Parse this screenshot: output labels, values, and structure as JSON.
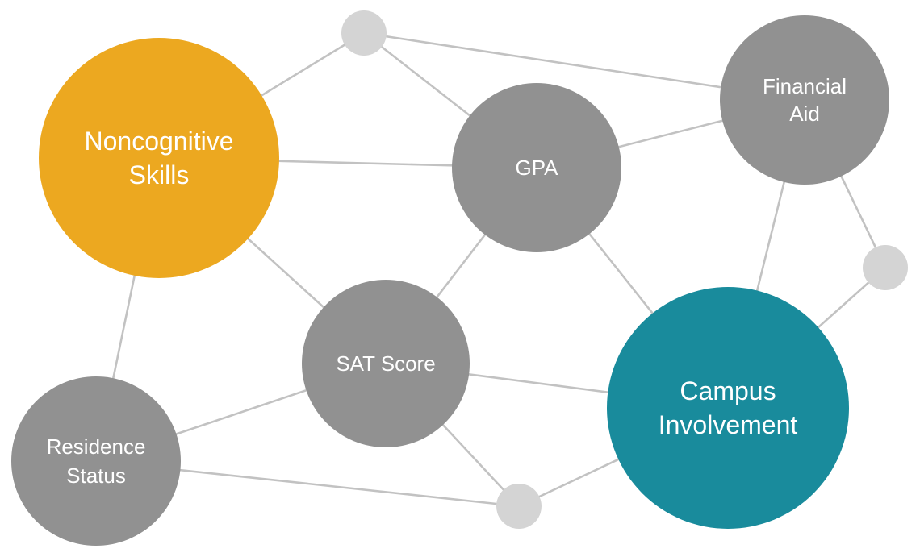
{
  "colors": {
    "noncognitive": "#eca820",
    "gray_node": "#919191",
    "campus": "#198b9c",
    "small_node": "#d4d4d4",
    "edge": "#c2c2c2",
    "label": "#ffffff"
  },
  "nodes": [
    {
      "id": "noncognitive-skills",
      "lines": [
        "Noncognitive",
        "Skills"
      ],
      "color_key": "noncognitive"
    },
    {
      "id": "gpa",
      "lines": [
        "GPA"
      ],
      "color_key": "gray_node"
    },
    {
      "id": "financial-aid",
      "lines": [
        "Financial",
        "Aid"
      ],
      "color_key": "gray_node"
    },
    {
      "id": "sat-score",
      "lines": [
        "SAT Score"
      ],
      "color_key": "gray_node"
    },
    {
      "id": "campus-involvement",
      "lines": [
        "Campus",
        "Involvement"
      ],
      "color_key": "campus"
    },
    {
      "id": "residence-status",
      "lines": [
        "Residence",
        "Status"
      ],
      "color_key": "gray_node"
    },
    {
      "id": "connector-top",
      "lines": [],
      "color_key": "small_node"
    },
    {
      "id": "connector-right",
      "lines": [],
      "color_key": "small_node"
    },
    {
      "id": "connector-bottom",
      "lines": [],
      "color_key": "small_node"
    }
  ],
  "edges": [
    [
      "noncognitive-skills",
      "connector-top"
    ],
    [
      "connector-top",
      "gpa"
    ],
    [
      "connector-top",
      "financial-aid"
    ],
    [
      "noncognitive-skills",
      "gpa"
    ],
    [
      "gpa",
      "financial-aid"
    ],
    [
      "noncognitive-skills",
      "sat-score"
    ],
    [
      "noncognitive-skills",
      "residence-status"
    ],
    [
      "gpa",
      "sat-score"
    ],
    [
      "gpa",
      "campus-involvement"
    ],
    [
      "financial-aid",
      "campus-involvement"
    ],
    [
      "financial-aid",
      "connector-right"
    ],
    [
      "connector-right",
      "campus-involvement"
    ],
    [
      "sat-score",
      "campus-involvement"
    ],
    [
      "sat-score",
      "residence-status"
    ],
    [
      "sat-score",
      "connector-bottom"
    ],
    [
      "residence-status",
      "connector-bottom"
    ],
    [
      "connector-bottom",
      "campus-involvement"
    ]
  ]
}
